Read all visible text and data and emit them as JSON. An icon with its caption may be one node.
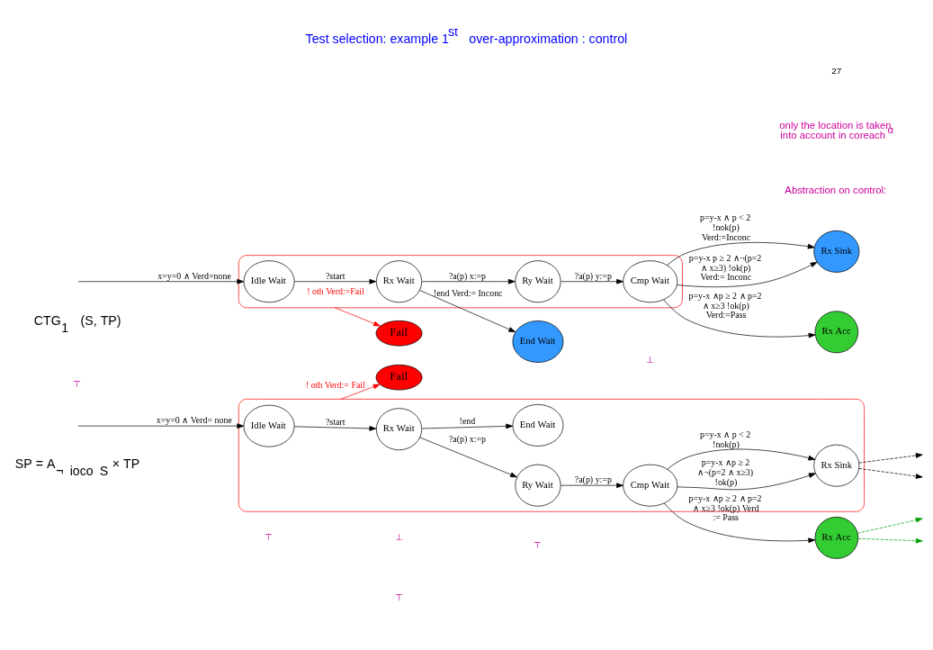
{
  "diagram": {
    "title": "Test selection: example 1$^{st}$ over-approximation : control",
    "nodes": [
      {
        "text": [],
        "shape": "box"
      },
      {
        "text": [
          "Idle Wait"
        ],
        "in": 0
      },
      {
        "text": [
          "Rx Wait"
        ],
        "in": 0
      },
      {
        "text": [
          "End Wait"
        ],
        "in": 0
      },
      {
        "text": [
          "Ry Wait"
        ],
        "in": 0
      },
      {
        "text": [
          "Cmp Wait"
        ],
        "in": 0
      },
      {
        "text": [
          "Rx Sink"
        ],
        "in": 0
      },
      {
        "text": [
          "Rx Acc"
        ]
      },
      {
        "text": [
          "Fail"
        ]
      },
      {
        "text": [],
        "shape": "box"
      },
      {
        "text": [
          "Idle Wait"
        ],
        "in": 9
      },
      {
        "text": [
          "Rx Wait"
        ],
        "in": 9
      },
      {
        "text": [
          "Ry Wait"
        ],
        "in": 9
      },
      {
        "text": [
          "Cmp Wait"
        ],
        "in": 9
      },
      {
        "text": [
          "End Wait"
        ]
      },
      {
        "text": [
          "Rx Sink"
        ]
      },
      {
        "text": [
          "Rx Acc"
        ]
      },
      {
        "text": [
          "Fail"
        ]
      }
    ],
    "edges": [
      {
        "from": null,
        "to": 1,
        "arrow": "to",
        "label": "x=y=0 ∧ Verd= none"
      },
      {
        "from": 1,
        "to": 2,
        "arrow": "to",
        "label": "?start"
      },
      {
        "from": 2,
        "to": 3,
        "arrow": "to",
        "label": "!end"
      },
      {
        "from": 2,
        "to": 4,
        "arrow": "to",
        "label": "?a(p) x:=p"
      },
      {
        "from": 4,
        "to": 5,
        "arrow": "to",
        "label": "?a(p) y:=p"
      },
      {
        "from": 5,
        "to": 6,
        "arrow": "to",
        "label": "p=y-x ∧p ≥ 2 ∧¬(p=2 ∧ x≥3) !ok(p)"
      },
      {
        "from": 5,
        "to": 6,
        "arrow": "to",
        "label": "p=y-x ∧ p < 2 !nok(p)"
      },
      {
        "from": 5,
        "to": 7,
        "arrow": "to",
        "label": "p=y-x ∧p ≥ 2 ∧ p=2 ∧ x≥3 !ok(p) Verd := Pass"
      },
      {
        "from": 0,
        "to": 8,
        "arrow": "to",
        "label": "! oth Verd:= Fail",
        "color": "#ff0000"
      },
      {
        "from": 6,
        "to": null,
        "arrow": "to",
        "style": "dashed"
      },
      {
        "from": 6,
        "to": null,
        "arrow": "to",
        "style": "dashed"
      },
      {
        "from": 7,
        "to": null,
        "arrow": "to",
        "style": "dashed",
        "color": "#00a000"
      },
      {
        "from": 7,
        "to": null,
        "arrow": "to",
        "style": "dashed",
        "color": "#00a000"
      },
      {
        "from": null,
        "to": 10,
        "arrow": "to",
        "label": "x=y=0 ∧ Verd=none"
      },
      {
        "from": 10,
        "to": 11,
        "arrow": "to",
        "label": "?start"
      },
      {
        "from": 11,
        "to": 14,
        "arrow": "to",
        "label": "!end Verd:= Inconc"
      },
      {
        "from": 11,
        "to": 12,
        "arrow": "to",
        "label": "?a(p) x:=p"
      },
      {
        "from": 12,
        "to": 13,
        "arrow": "to",
        "label": "?a(p) y:=p"
      },
      {
        "from": 13,
        "to": 15,
        "arrow": "to",
        "label": "p=y-x p ≥ 2 ∧¬(p=2 ∧ x≥3) !ok(p) Verd:= Inconc"
      },
      {
        "from": 13,
        "to": 15,
        "arrow": "to",
        "label": "p=y-x ∧ p < 2 !nok(p) Verd:=Inconc"
      },
      {
        "from": 13,
        "to": 16,
        "arrow": "to",
        "label": "p=y-x ∧p ≥ 2 ∧ p=2 ∧ x≥3 !ok(p) Verd:=Pass"
      },
      {
        "from": 9,
        "to": 17,
        "arrow": "to",
        "label": "! oth Verd:=Fail",
        "color": "#ff0000"
      }
    ],
    "labels": [
      "SP = A$_{¬ ioco S}$ × TP",
      "⊥",
      "⊥",
      "⊤",
      "⊤",
      "⊤",
      "⊤",
      "Abstraction on control:",
      "only the location is taken into account in coreach$^{α}$",
      "CTG$_{1}$ (S, TP)",
      "27"
    ]
  }
}
